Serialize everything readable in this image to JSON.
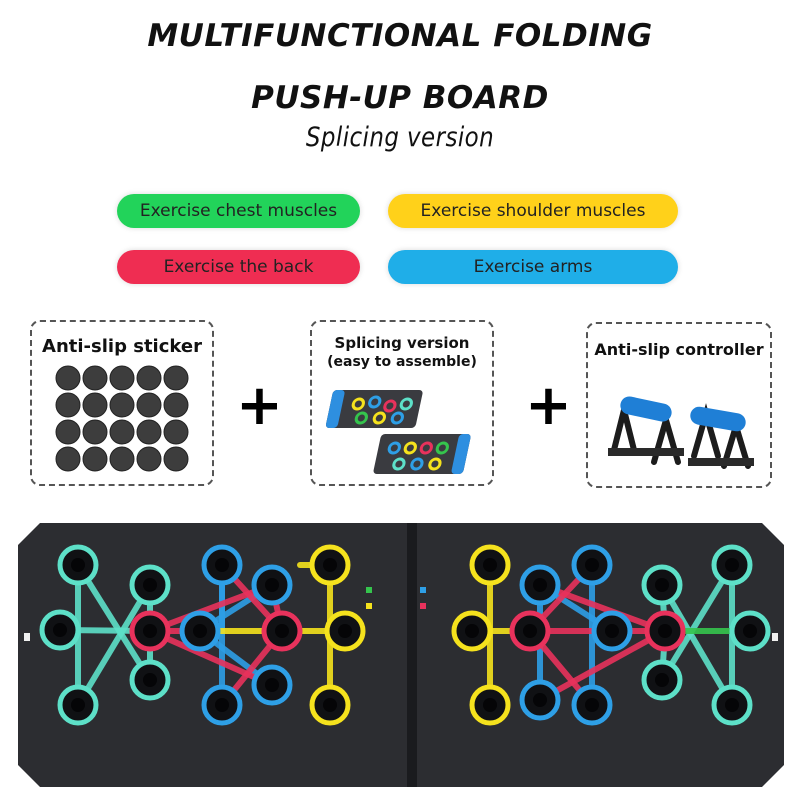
{
  "header": {
    "title_line1": "MULTIFUNCTIONAL FOLDING",
    "title_line2": "PUSH-UP BOARD",
    "subtitle": "Splicing version"
  },
  "tags": [
    {
      "label": "Exercise chest muscles",
      "color": "#22d35a"
    },
    {
      "label": "Exercise shoulder muscles",
      "color": "#ffd11a"
    },
    {
      "label": "Exercise the back",
      "color": "#ef2d52"
    },
    {
      "label": "Exercise arms",
      "color": "#1faee8"
    }
  ],
  "accessories": [
    {
      "label": "Anti-slip sticker"
    },
    {
      "label_line1": "Splicing version",
      "label_line2": "(easy to assemble)"
    },
    {
      "label": "Anti-slip controller"
    }
  ],
  "plus_symbol": "+",
  "board_colors": {
    "board": "#2c2d31",
    "hole": "#101114",
    "teal": "#5de0c8",
    "blue": "#2e9fe6",
    "yellow": "#f5e21d",
    "red": "#e8325c",
    "green": "#35c44d"
  }
}
